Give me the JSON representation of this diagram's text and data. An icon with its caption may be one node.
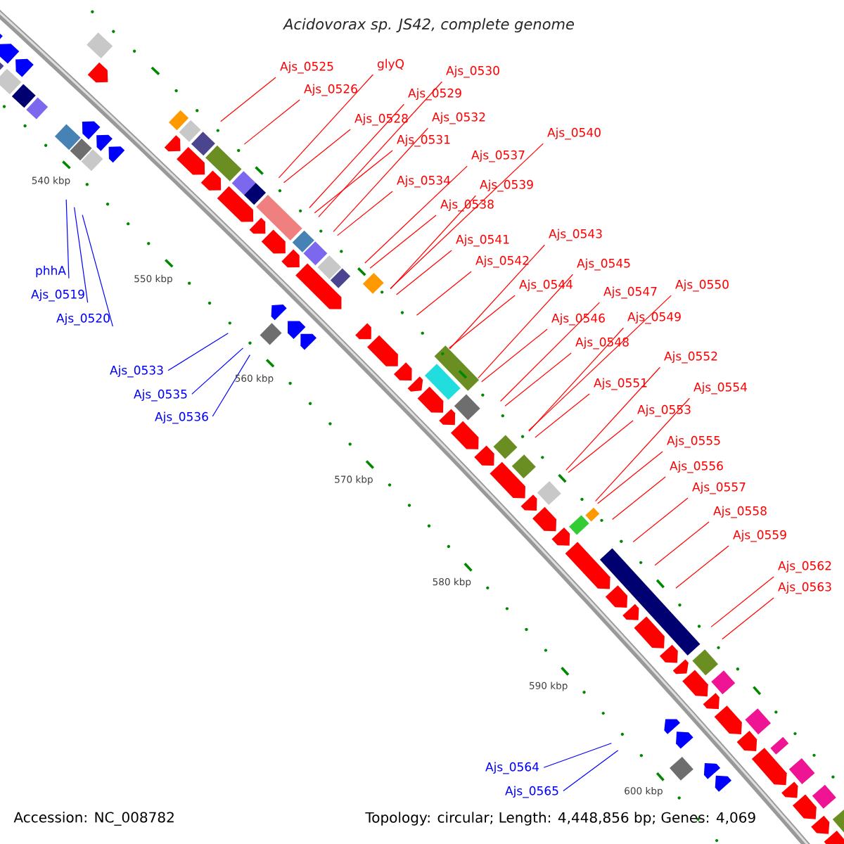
{
  "diagram": {
    "title": "Acidovorax sp. JS42, complete genome",
    "nodes": [
      {
        "text": [
          "Ajs_0525"
        ]
      },
      {
        "text": [
          "glyQ"
        ]
      },
      {
        "text": [
          "Ajs_0530"
        ]
      },
      {
        "text": [
          "Ajs_0526"
        ]
      },
      {
        "text": [
          "Ajs_0529"
        ]
      },
      {
        "text": [
          "Ajs_0532"
        ]
      },
      {
        "text": [
          "Ajs_0528"
        ]
      },
      {
        "text": [
          "Ajs_0540"
        ]
      },
      {
        "text": [
          "Ajs_0531"
        ]
      },
      {
        "text": [
          "Ajs_0537"
        ]
      },
      {
        "text": [
          "Ajs_0534"
        ]
      },
      {
        "text": [
          "Ajs_0539"
        ]
      },
      {
        "text": [
          "Ajs_0538"
        ]
      },
      {
        "text": [
          "Ajs_0543"
        ]
      },
      {
        "text": [
          "Ajs_0541"
        ]
      },
      {
        "text": [
          "Ajs_0542"
        ]
      },
      {
        "text": [
          "Ajs_0545"
        ]
      },
      {
        "text": [
          "phhA"
        ]
      },
      {
        "text": [
          "Ajs_0550"
        ]
      },
      {
        "text": [
          "Ajs_0544"
        ]
      },
      {
        "text": [
          "Ajs_0547"
        ]
      },
      {
        "text": [
          "Ajs_0519"
        ]
      },
      {
        "text": [
          "Ajs_0549"
        ]
      },
      {
        "text": [
          "Ajs_0546"
        ]
      },
      {
        "text": [
          "Ajs_0520"
        ]
      },
      {
        "text": [
          "Ajs_0548"
        ]
      },
      {
        "text": [
          "Ajs_0552"
        ]
      },
      {
        "text": [
          "Ajs_0533"
        ]
      },
      {
        "text": [
          "Ajs_0551"
        ]
      },
      {
        "text": [
          "Ajs_0554"
        ]
      },
      {
        "text": [
          "Ajs_0535"
        ]
      },
      {
        "text": [
          "Ajs_0553"
        ]
      },
      {
        "text": [
          "Ajs_0536"
        ]
      },
      {
        "text": [
          "Ajs_0555"
        ]
      },
      {
        "text": [
          "Ajs_0556"
        ]
      },
      {
        "text": [
          "Ajs_0557"
        ]
      },
      {
        "text": [
          "Ajs_0558"
        ]
      },
      {
        "text": [
          "Ajs_0559"
        ]
      },
      {
        "text": [
          "Ajs_0562"
        ]
      },
      {
        "text": [
          "Ajs_0563"
        ]
      },
      {
        "text": [
          "Ajs_0564"
        ]
      },
      {
        "text": [
          "Ajs_0565"
        ]
      }
    ],
    "edges": [
      {
        "from": 0,
        "to": null,
        "arrow": "none"
      },
      {
        "from": 1,
        "to": null,
        "arrow": "none"
      },
      {
        "from": 2,
        "to": null,
        "arrow": "none"
      },
      {
        "from": 3,
        "to": null,
        "arrow": "none"
      },
      {
        "from": 4,
        "to": null,
        "arrow": "none"
      },
      {
        "from": 5,
        "to": null,
        "arrow": "none"
      },
      {
        "from": 6,
        "to": null,
        "arrow": "none"
      },
      {
        "from": 7,
        "to": null,
        "arrow": "none"
      },
      {
        "from": 8,
        "to": null,
        "arrow": "none"
      },
      {
        "from": 9,
        "to": null,
        "arrow": "none"
      },
      {
        "from": 10,
        "to": null,
        "arrow": "none"
      },
      {
        "from": 11,
        "to": null,
        "arrow": "none"
      },
      {
        "from": 12,
        "to": null,
        "arrow": "none"
      },
      {
        "from": 13,
        "to": null,
        "arrow": "none"
      },
      {
        "from": 14,
        "to": null,
        "arrow": "none"
      },
      {
        "from": 15,
        "to": null,
        "arrow": "none"
      },
      {
        "from": 16,
        "to": null,
        "arrow": "none"
      },
      {
        "from": 17,
        "to": null,
        "arrow": "none",
        "color": "#0000ff"
      },
      {
        "from": 18,
        "to": null,
        "arrow": "none"
      },
      {
        "from": 19,
        "to": null,
        "arrow": "none"
      },
      {
        "from": 20,
        "to": null,
        "arrow": "none"
      },
      {
        "from": 21,
        "to": null,
        "arrow": "none",
        "color": "#0000ff"
      },
      {
        "from": 22,
        "to": null,
        "arrow": "none"
      },
      {
        "from": 23,
        "to": null,
        "arrow": "none"
      },
      {
        "from": 24,
        "to": null,
        "arrow": "none",
        "color": "#0000ff"
      },
      {
        "from": 25,
        "to": null,
        "arrow": "none"
      },
      {
        "from": 26,
        "to": null,
        "arrow": "none"
      },
      {
        "from": 27,
        "to": null,
        "arrow": "none",
        "color": "#0000ff"
      },
      {
        "from": 28,
        "to": null,
        "arrow": "none"
      },
      {
        "from": 29,
        "to": null,
        "arrow": "none"
      },
      {
        "from": 30,
        "to": null,
        "arrow": "none",
        "color": "#0000ff"
      },
      {
        "from": 31,
        "to": null,
        "arrow": "none"
      },
      {
        "from": 32,
        "to": null,
        "arrow": "none",
        "color": "#0000ff"
      },
      {
        "from": 33,
        "to": null,
        "arrow": "none"
      },
      {
        "from": 34,
        "to": null,
        "arrow": "none"
      },
      {
        "from": 35,
        "to": null,
        "arrow": "none"
      },
      {
        "from": 36,
        "to": null,
        "arrow": "none"
      },
      {
        "from": 37,
        "to": null,
        "arrow": "none"
      },
      {
        "from": 38,
        "to": null,
        "arrow": "none"
      },
      {
        "from": 39,
        "to": null,
        "arrow": "none"
      },
      {
        "from": 40,
        "to": null,
        "arrow": "none",
        "color": "#0000ff"
      },
      {
        "from": 41,
        "to": null,
        "arrow": "none",
        "color": "#0000ff"
      }
    ],
    "labels": [
      "540 kbp",
      "550 kbp",
      "560 kbp",
      "570 kbp",
      "580 kbp",
      "590 kbp",
      "600 kbp",
      "Accession: NC_008782",
      "Topology: circular; Length: 4,448,856 bp; Genes: 4,069"
    ]
  }
}
